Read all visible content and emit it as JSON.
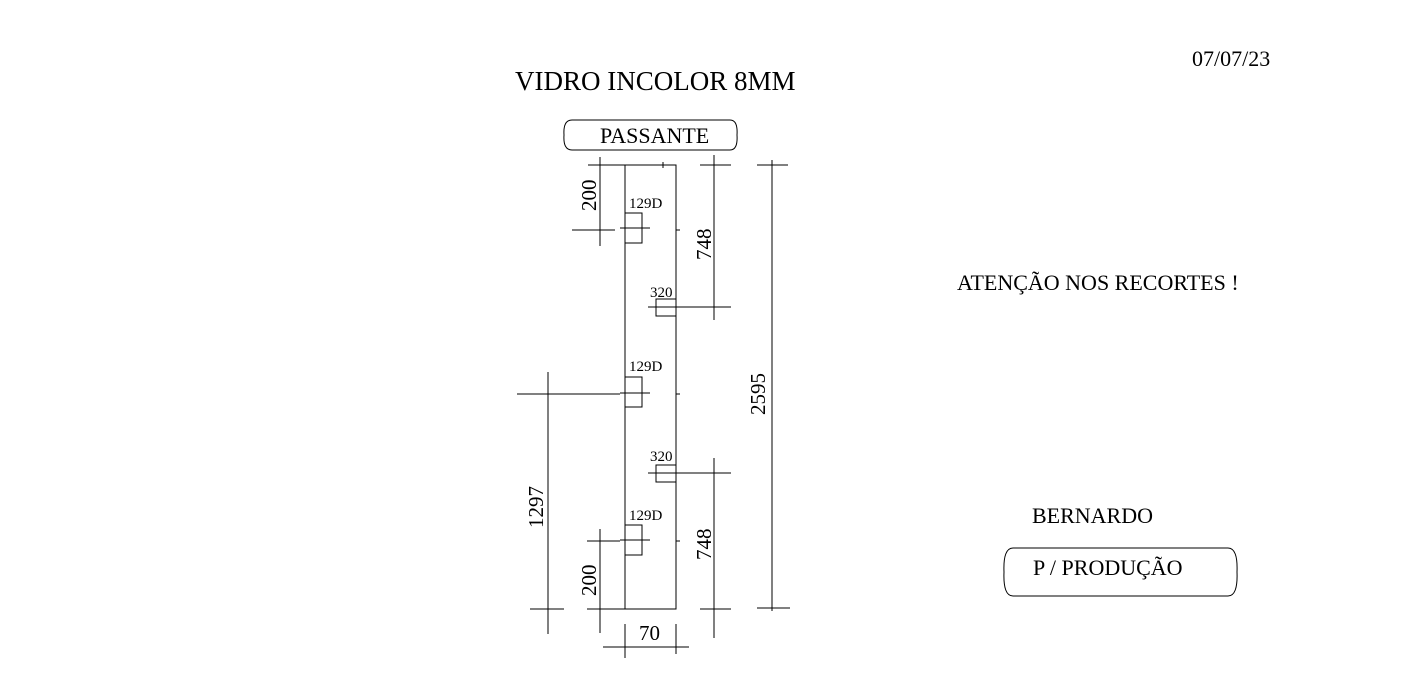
{
  "header": {
    "date": "07/07/23",
    "title": "VIDRO INCOLOR 8MM"
  },
  "tags": {
    "passante": "PASSANTE",
    "production": "P / PRODUÇÃO"
  },
  "notes": {
    "warning": "ATENÇÃO NOS RECORTES !",
    "author": "BERNARDO"
  },
  "cutouts": {
    "top": "129D",
    "upper_mid": "320",
    "middle": "129D",
    "lower_mid": "320",
    "bottom": "129D"
  },
  "dimensions": {
    "top_offset": "200",
    "upper_span": "748",
    "total_height": "2595",
    "middle_height": "1297",
    "lower_span": "748",
    "bottom_offset": "200",
    "width": "70"
  }
}
